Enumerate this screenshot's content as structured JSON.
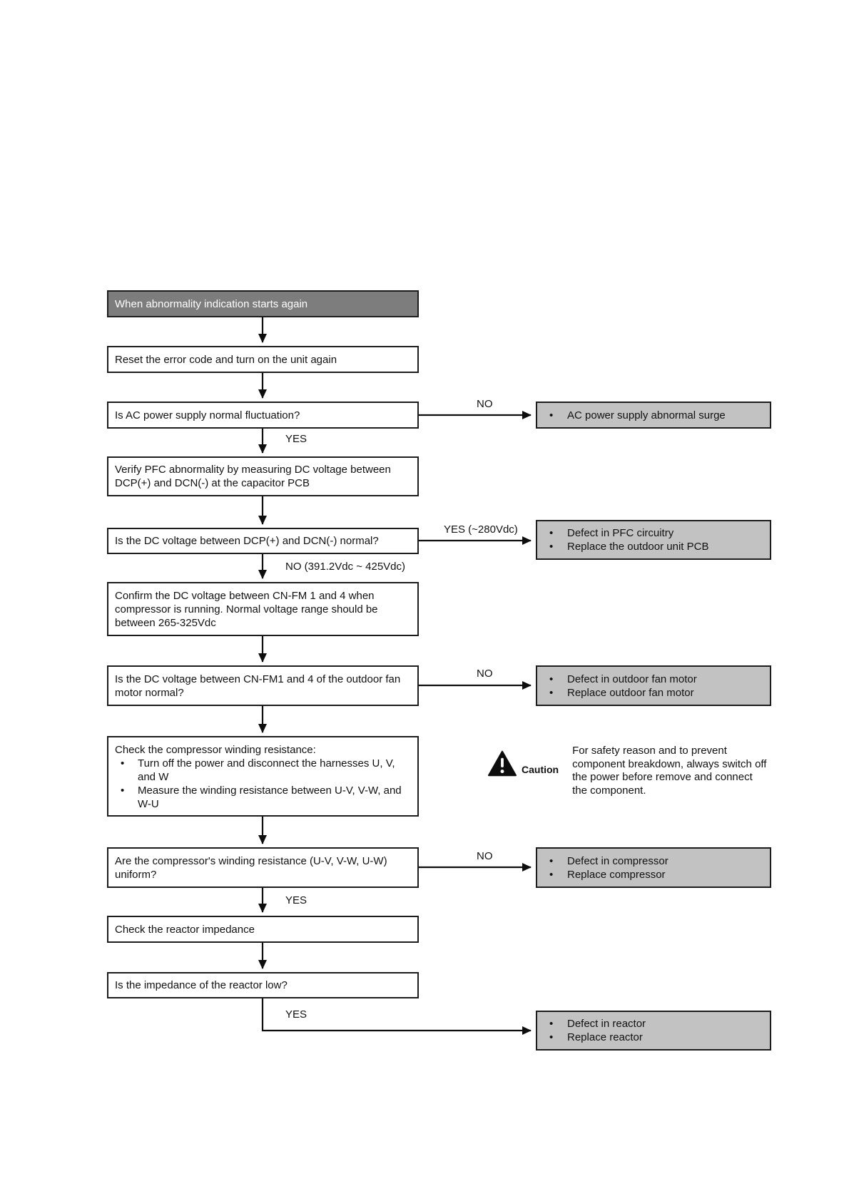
{
  "colors": {
    "header_bg": "#7d7d7d",
    "header_text": "#ffffff",
    "result_bg": "#c2c2c2",
    "border": "#1c1c1c"
  },
  "flowchart": {
    "header": {
      "label": "When abnormality indication starts again"
    },
    "nodes": {
      "reset": {
        "text": "Reset the error code and turn on the unit again"
      },
      "q_ac_supply": {
        "text": "Is AC power supply normal fluctuation?"
      },
      "verify_pfc": {
        "text": "Verify PFC abnormality by measuring DC voltage between DCP(+) and DCN(-) at the capacitor PCB"
      },
      "q_dc_voltage": {
        "text": "Is the DC voltage between DCP(+) and DCN(-) normal?"
      },
      "confirm_cn_fm": {
        "text": "Confirm the DC voltage between CN-FM 1 and 4 when compressor is running. Normal voltage range should be between 265-325Vdc"
      },
      "q_fan_motor": {
        "text": "Is the DC voltage between CN-FM1 and 4 of the outdoor fan motor normal?"
      },
      "check_winding": {
        "title": "Check the compressor winding resistance:",
        "bullets": [
          "Turn off the power and disconnect the harnesses U, V, and W",
          "Measure the winding resistance between U-V, V-W, and W-U"
        ]
      },
      "q_winding_uniform": {
        "text": "Are the compressor's winding resistance (U-V, V-W, U-W) uniform?"
      },
      "check_reactor": {
        "text": "Check the reactor impedance"
      },
      "q_reactor_low": {
        "text": "Is the impedance of the reactor low?"
      }
    },
    "branch_labels": {
      "no_surge": "NO",
      "yes_supply": "YES",
      "yes_280": "YES (~280Vdc)",
      "no_391": "NO (391.2Vdc ~ 425Vdc)",
      "no_fan": "NO",
      "no_winding": "NO",
      "yes_winding": "YES",
      "yes_reactor": "YES"
    },
    "results": {
      "surge": {
        "items": [
          "AC power supply abnormal surge"
        ]
      },
      "pfc": {
        "items": [
          "Defect in PFC circuitry",
          "Replace the outdoor unit PCB"
        ]
      },
      "fan": {
        "items": [
          "Defect in outdoor fan motor",
          "Replace outdoor fan motor"
        ]
      },
      "compressor": {
        "items": [
          "Defect in compressor",
          "Replace compressor"
        ]
      },
      "reactor": {
        "items": [
          "Defect in reactor",
          "Replace reactor"
        ]
      }
    },
    "caution": {
      "label": "Caution",
      "text": "For safety reason and to prevent component breakdown, always switch off the power before remove and connect the component."
    }
  }
}
